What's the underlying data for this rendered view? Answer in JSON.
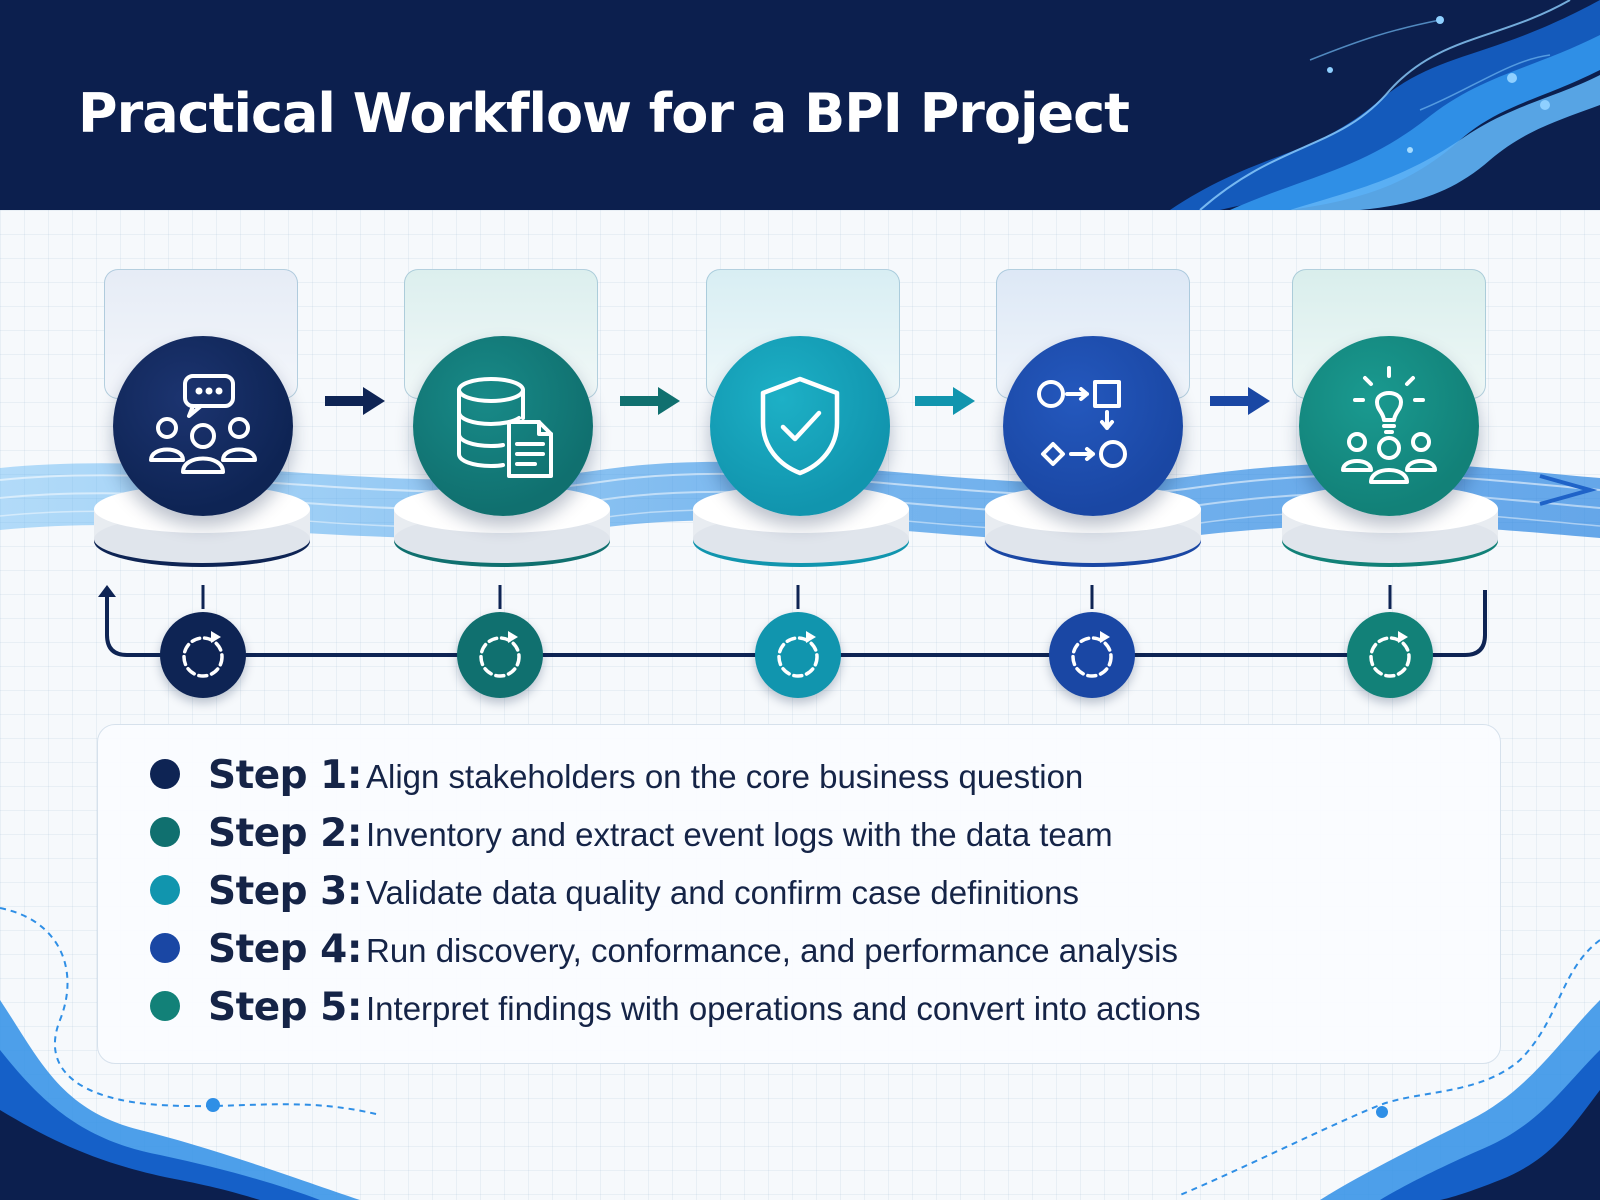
{
  "title": "Practical Workflow for a BPI Project",
  "colors": {
    "header_bg": "#0c1f4e",
    "step1": "#0e2454",
    "step2": "#10706f",
    "step3": "#1195ae",
    "step4": "#1a47a4",
    "step5": "#128178",
    "flow_ribbon": "#2f8fe6"
  },
  "steps": [
    {
      "label": "Step 1:",
      "description": "Align stakeholders on the core business question",
      "icon": "stakeholders-chat-icon",
      "color": "#0e2454"
    },
    {
      "label": "Step 2:",
      "description": "Inventory and extract event logs with the data team",
      "icon": "database-document-icon",
      "color": "#10706f"
    },
    {
      "label": "Step 3:",
      "description": "Validate data quality and confirm case definitions",
      "icon": "shield-check-icon",
      "color": "#1195ae"
    },
    {
      "label": "Step 4:",
      "description": "Run discovery, conformance, and performance analysis",
      "icon": "process-flow-icon",
      "color": "#1a47a4"
    },
    {
      "label": "Step 5:",
      "description": "Interpret findings with operations and convert into actions",
      "icon": "idea-team-icon",
      "color": "#128178"
    }
  ]
}
